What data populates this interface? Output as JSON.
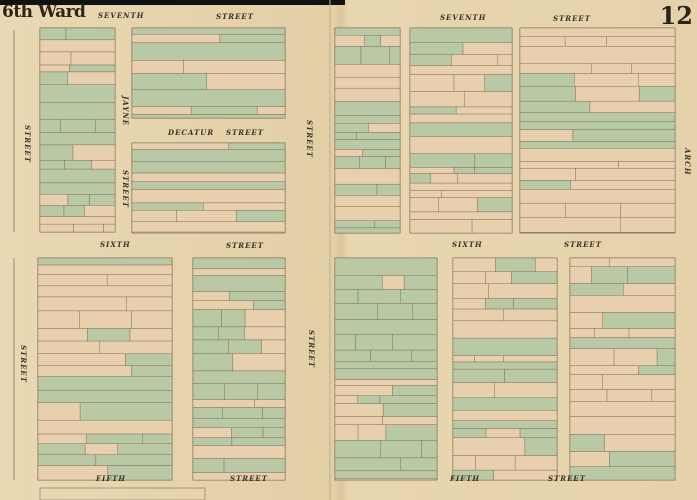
{
  "title": {
    "ward": "6th Ward",
    "plate_number": "12"
  },
  "street_labels": {
    "seventh_left": "SEVENTH",
    "seventh_left_street": "STREET",
    "seventh_right": "SEVENTH",
    "seventh_right_street": "STREET",
    "decatur": "DECATUR",
    "decatur_street": "STREET",
    "sixth_left": "SIXTH",
    "sixth_left_street": "STREET",
    "sixth_right": "SIXTH",
    "sixth_right_street": "STREET",
    "fifth_left": "FIFTH",
    "fifth_left_street": "STREET",
    "fifth_right": "FIFTH",
    "fifth_right_street": "STREET",
    "jayne": "JAYNE",
    "arch": "ARCH",
    "v_street_1": "STREET",
    "v_street_2": "STREET",
    "v_street_3": "STREET",
    "v_street_4": "STREET",
    "v_street_5": "STREET"
  },
  "colors": {
    "paper": "#e6d3ad",
    "lot_tan": "#e8cfae",
    "lot_green": "#b9c9a6",
    "line": "#6b5a45"
  }
}
